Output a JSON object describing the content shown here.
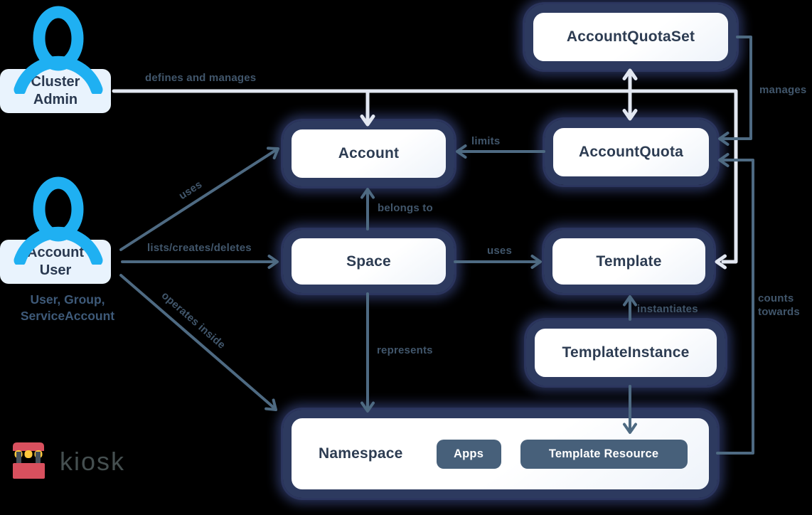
{
  "diagram": {
    "nodes": {
      "account_quota_set": "AccountQuotaSet",
      "account": "Account",
      "account_quota": "AccountQuota",
      "space": "Space",
      "template": "Template",
      "template_instance": "TemplateInstance",
      "namespace": "Namespace",
      "apps_chip": "Apps",
      "template_resource_chip": "Template Resource"
    },
    "actors": {
      "cluster_admin": {
        "name_line1": "Cluster",
        "name_line2": "Admin"
      },
      "account_user": {
        "name_line1": "Account",
        "name_line2": "User",
        "subtitle_line1": "User, Group,",
        "subtitle_line2": "ServiceAccount"
      }
    },
    "edges": {
      "defines_and_manages": "defines and manages",
      "manages": "manages",
      "limits": "limits",
      "belongs_to": "belongs to",
      "uses_account": "uses",
      "uses_template": "uses",
      "lists_creates_deletes": "lists/creates/deletes",
      "operates_inside": "operates inside",
      "instantiates": "instantiates",
      "represents": "represents",
      "counts_towards": "counts towards"
    },
    "logo": {
      "text": "kiosk"
    },
    "colors": {
      "person_blue": "#1fb0f2",
      "node_border_navy": "#2d3a5f",
      "node_text": "#2d3c52",
      "arrow_gray": "#4e6a82",
      "arrow_white": "#e2e7f1",
      "chip_bg": "#47607a",
      "label_box_bg": "#e9f3fd",
      "logo_red": "#d8505e",
      "logo_yellow": "#ffc83d",
      "logo_post": "#47525c",
      "logo_text": "#454f50"
    }
  }
}
